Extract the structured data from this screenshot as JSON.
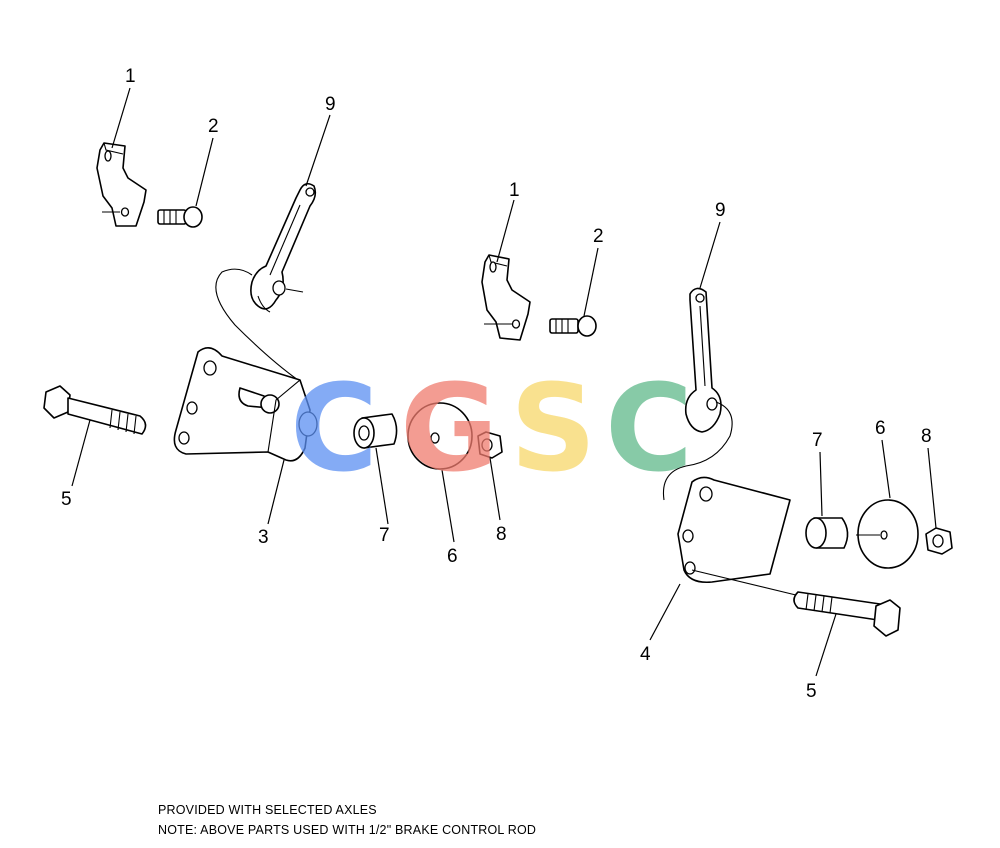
{
  "callouts": {
    "left": {
      "bracket_clip": "1",
      "bolt_small": "2",
      "lever": "9",
      "bracket_main": "3",
      "long_bolt": "5",
      "bushing": "7",
      "washer": "6",
      "nut": "8"
    },
    "right": {
      "bracket_clip": "1",
      "bolt_small": "2",
      "lever": "9",
      "bracket_main": "4",
      "long_bolt": "5",
      "bushing": "7",
      "washer": "6",
      "nut": "8"
    }
  },
  "watermark": {
    "letters": [
      "C",
      "G",
      "S",
      "C"
    ],
    "colors": [
      "#5b8ff2",
      "#ef7b6e",
      "#f8d86a",
      "#5fb98a"
    ]
  },
  "notes": {
    "line1": "PROVIDED WITH SELECTED AXLES",
    "line2": "NOTE: ABOVE PARTS USED WITH 1/2\" BRAKE CONTROL ROD"
  }
}
